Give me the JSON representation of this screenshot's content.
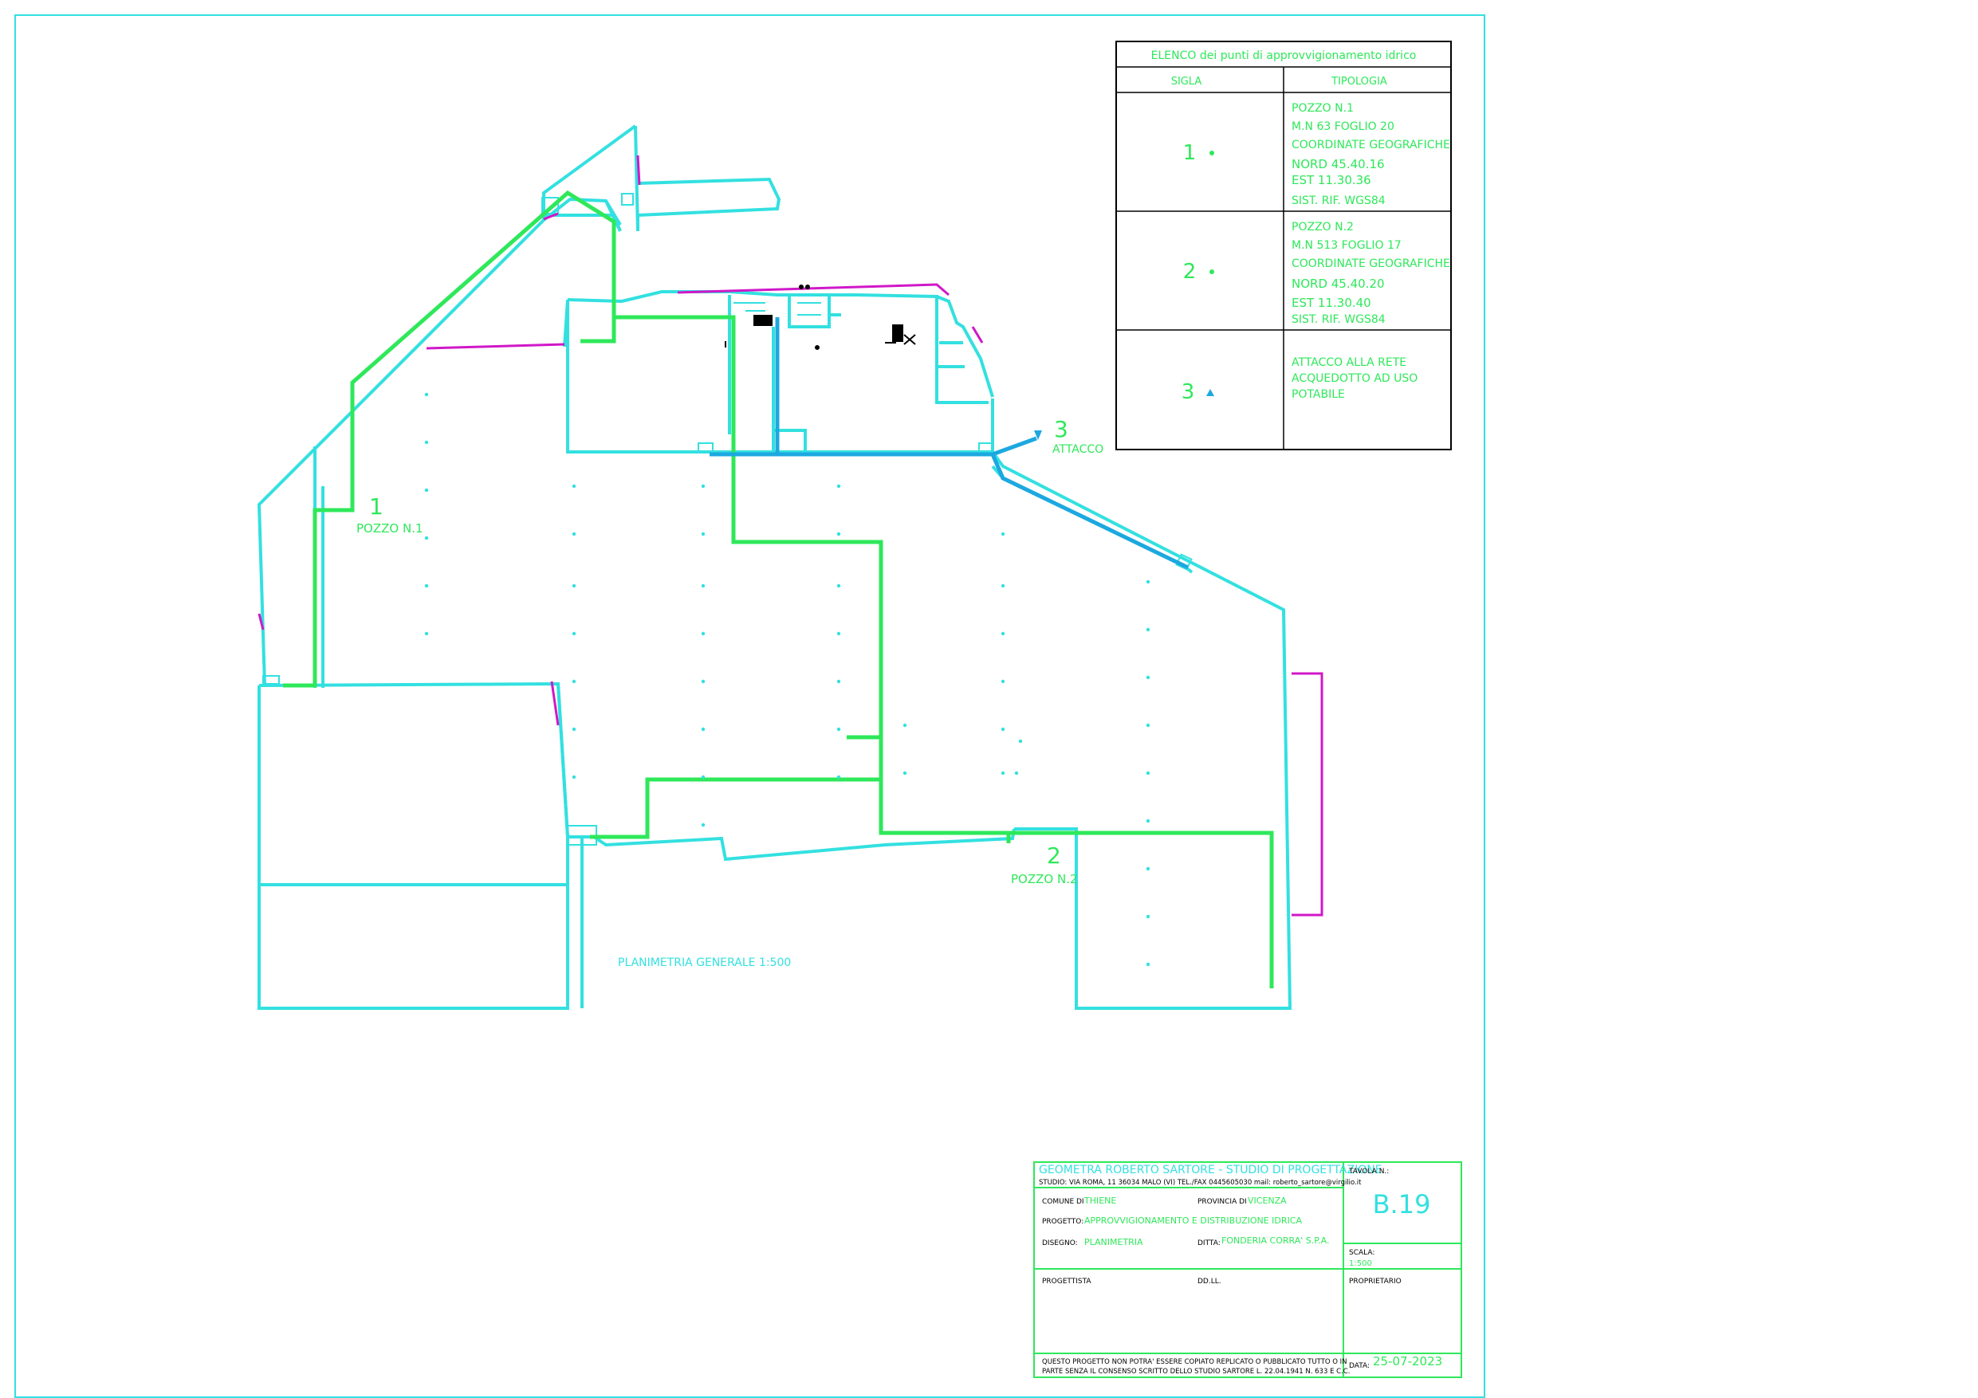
{
  "legend": {
    "title": "ELENCO dei punti di approvvigionamento idrico",
    "col_sigla": "SIGLA",
    "col_tipologia": "TIPOLOGIA",
    "rows": [
      {
        "sigla": "1",
        "marker": "dot",
        "lines": [
          "POZZO N.1",
          "M.N 63 FOGLIO 20",
          "COORDINATE GEOGRAFICHE",
          "NORD  45.40.16",
          "EST    11.30.36",
          "SIST. RIF. WGS84"
        ]
      },
      {
        "sigla": "2",
        "marker": "dot",
        "lines": [
          "POZZO N.2",
          "M.N 513 FOGLIO 17",
          "COORDINATE GEOGRAFICHE",
          "NORD  45.40.20",
          "EST    11.30.40",
          "SIST. RIF. WGS84"
        ]
      },
      {
        "sigla": "3",
        "marker": "triangle",
        "lines": [
          "ATTACCO ALLA RETE",
          "ACQUEDOTTO AD USO",
          "POTABILE"
        ]
      }
    ]
  },
  "plan": {
    "well1_number": "1",
    "well1_label": "POZZO N.1",
    "well2_number": "2",
    "well2_label": "POZZO N.2",
    "connection_number": "3",
    "connection_label": "ATTACCO",
    "scale_caption": "PLANIMETRIA GENERALE 1:500"
  },
  "title_block": {
    "studio_name": "GEOMETRA ROBERTO SARTORE - STUDIO DI PROGETTAZIONE",
    "studio_address": "STUDIO: VIA ROMA, 11 36034 MALO (VI) TEL./FAX 0445605030  mail: roberto_sartore@virgilio.it",
    "comune_label": "COMUNE DI",
    "comune_value": "THIENE",
    "provincia_label": "PROVINCIA DI",
    "provincia_value": "VICENZA",
    "progetto_label": "PROGETTO:",
    "progetto_value": "APPROVVIGIONAMENTO E DISTRIBUZIONE IDRICA",
    "disegno_label": "DISEGNO:",
    "disegno_value": "PLANIMETRIA",
    "ditta_label": "DITTA:",
    "ditta_value": "FONDERIA CORRA' S.P.A.",
    "tavola_label": "TAVOLA N.:",
    "tavola_value": "B.19",
    "scala_label": "SCALA:",
    "scala_value": "1:500",
    "progettista_label": "PROGETTISTA",
    "ddll_label": "DD.LL.",
    "proprietario_label": "PROPRIETARIO",
    "disclaimer_1": "QUESTO PROGETTO NON POTRA' ESSERE COPIATO REPLICATO O PUBBLICATO TUTTO O IN",
    "disclaimer_2": "PARTE SENZA IL CONSENSO SCRITTO DELLO STUDIO SARTORE L. 22.04.1941 N. 633 E C.C.",
    "data_label": "DATA:",
    "data_value": "25-07-2023"
  },
  "colors": {
    "cyan": "#33e0e0",
    "green": "#2ee85a",
    "blue": "#1ca8e0",
    "magenta": "#d018c8",
    "black": "#000000"
  }
}
